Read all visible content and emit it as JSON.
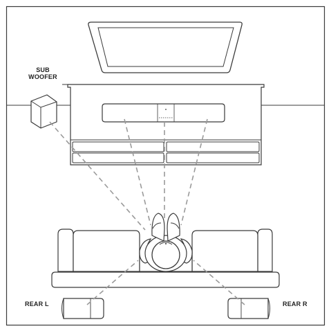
{
  "labels": {
    "subwoofer_line1": "SUB",
    "subwoofer_line2": "WOOFER",
    "rear_left": "REAR L",
    "rear_right": "REAR R"
  },
  "colors": {
    "line": "#3a3a3a",
    "dashed_path": "#9a9a9a",
    "fill": "#ffffff"
  }
}
